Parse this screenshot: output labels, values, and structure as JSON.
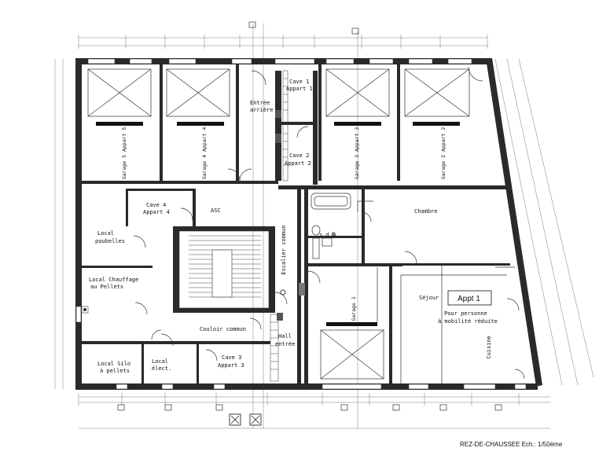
{
  "plan": {
    "caption": "REZ-DE-CHAUSSEE Ech.: 1/50ème",
    "rooms": {
      "garage_a": "Garage 5 Appart 5",
      "garage_b": "Garage 4 Appart 4",
      "garage_c": "Garage 3 Appart 3",
      "garage_d": "Garage 2 Appart 2",
      "garage_e": "Garage 1",
      "entree_l1": "Entrée",
      "entree_l2": "arrière",
      "cave1_l1": "Cave 1",
      "cave1_l2": "Appart 1",
      "cave2_l1": "Cave 2",
      "cave2_l2": "Appart 2",
      "cave4_l1": "Cave 4",
      "cave4_l2": "Appart 4",
      "cave3_l1": "Cave 3",
      "cave3_l2": "Appart 3",
      "asc": "ASC",
      "local_poub_l1": "Local",
      "local_poub_l2": "poubelles",
      "local_chauf_l1": "Local Chauffage",
      "local_chauf_l2": "au Pellets",
      "escalier": "Escalier commun",
      "couloir": "Couloir commun",
      "hall_l1": "Hall",
      "hall_l2": "entrée",
      "silo_l1": "Local Silo",
      "silo_l2": "à pellets",
      "elec_l1": "Local",
      "elec_l2": "élect.",
      "sdb": "s.d.B.",
      "chambre": "Chambre",
      "sejour": "Séjour",
      "cuisine": "Cuisine",
      "appt_box": "Appt 1",
      "pmr_l1": "Pour personne",
      "pmr_l2": "à mobilité réduite"
    }
  }
}
